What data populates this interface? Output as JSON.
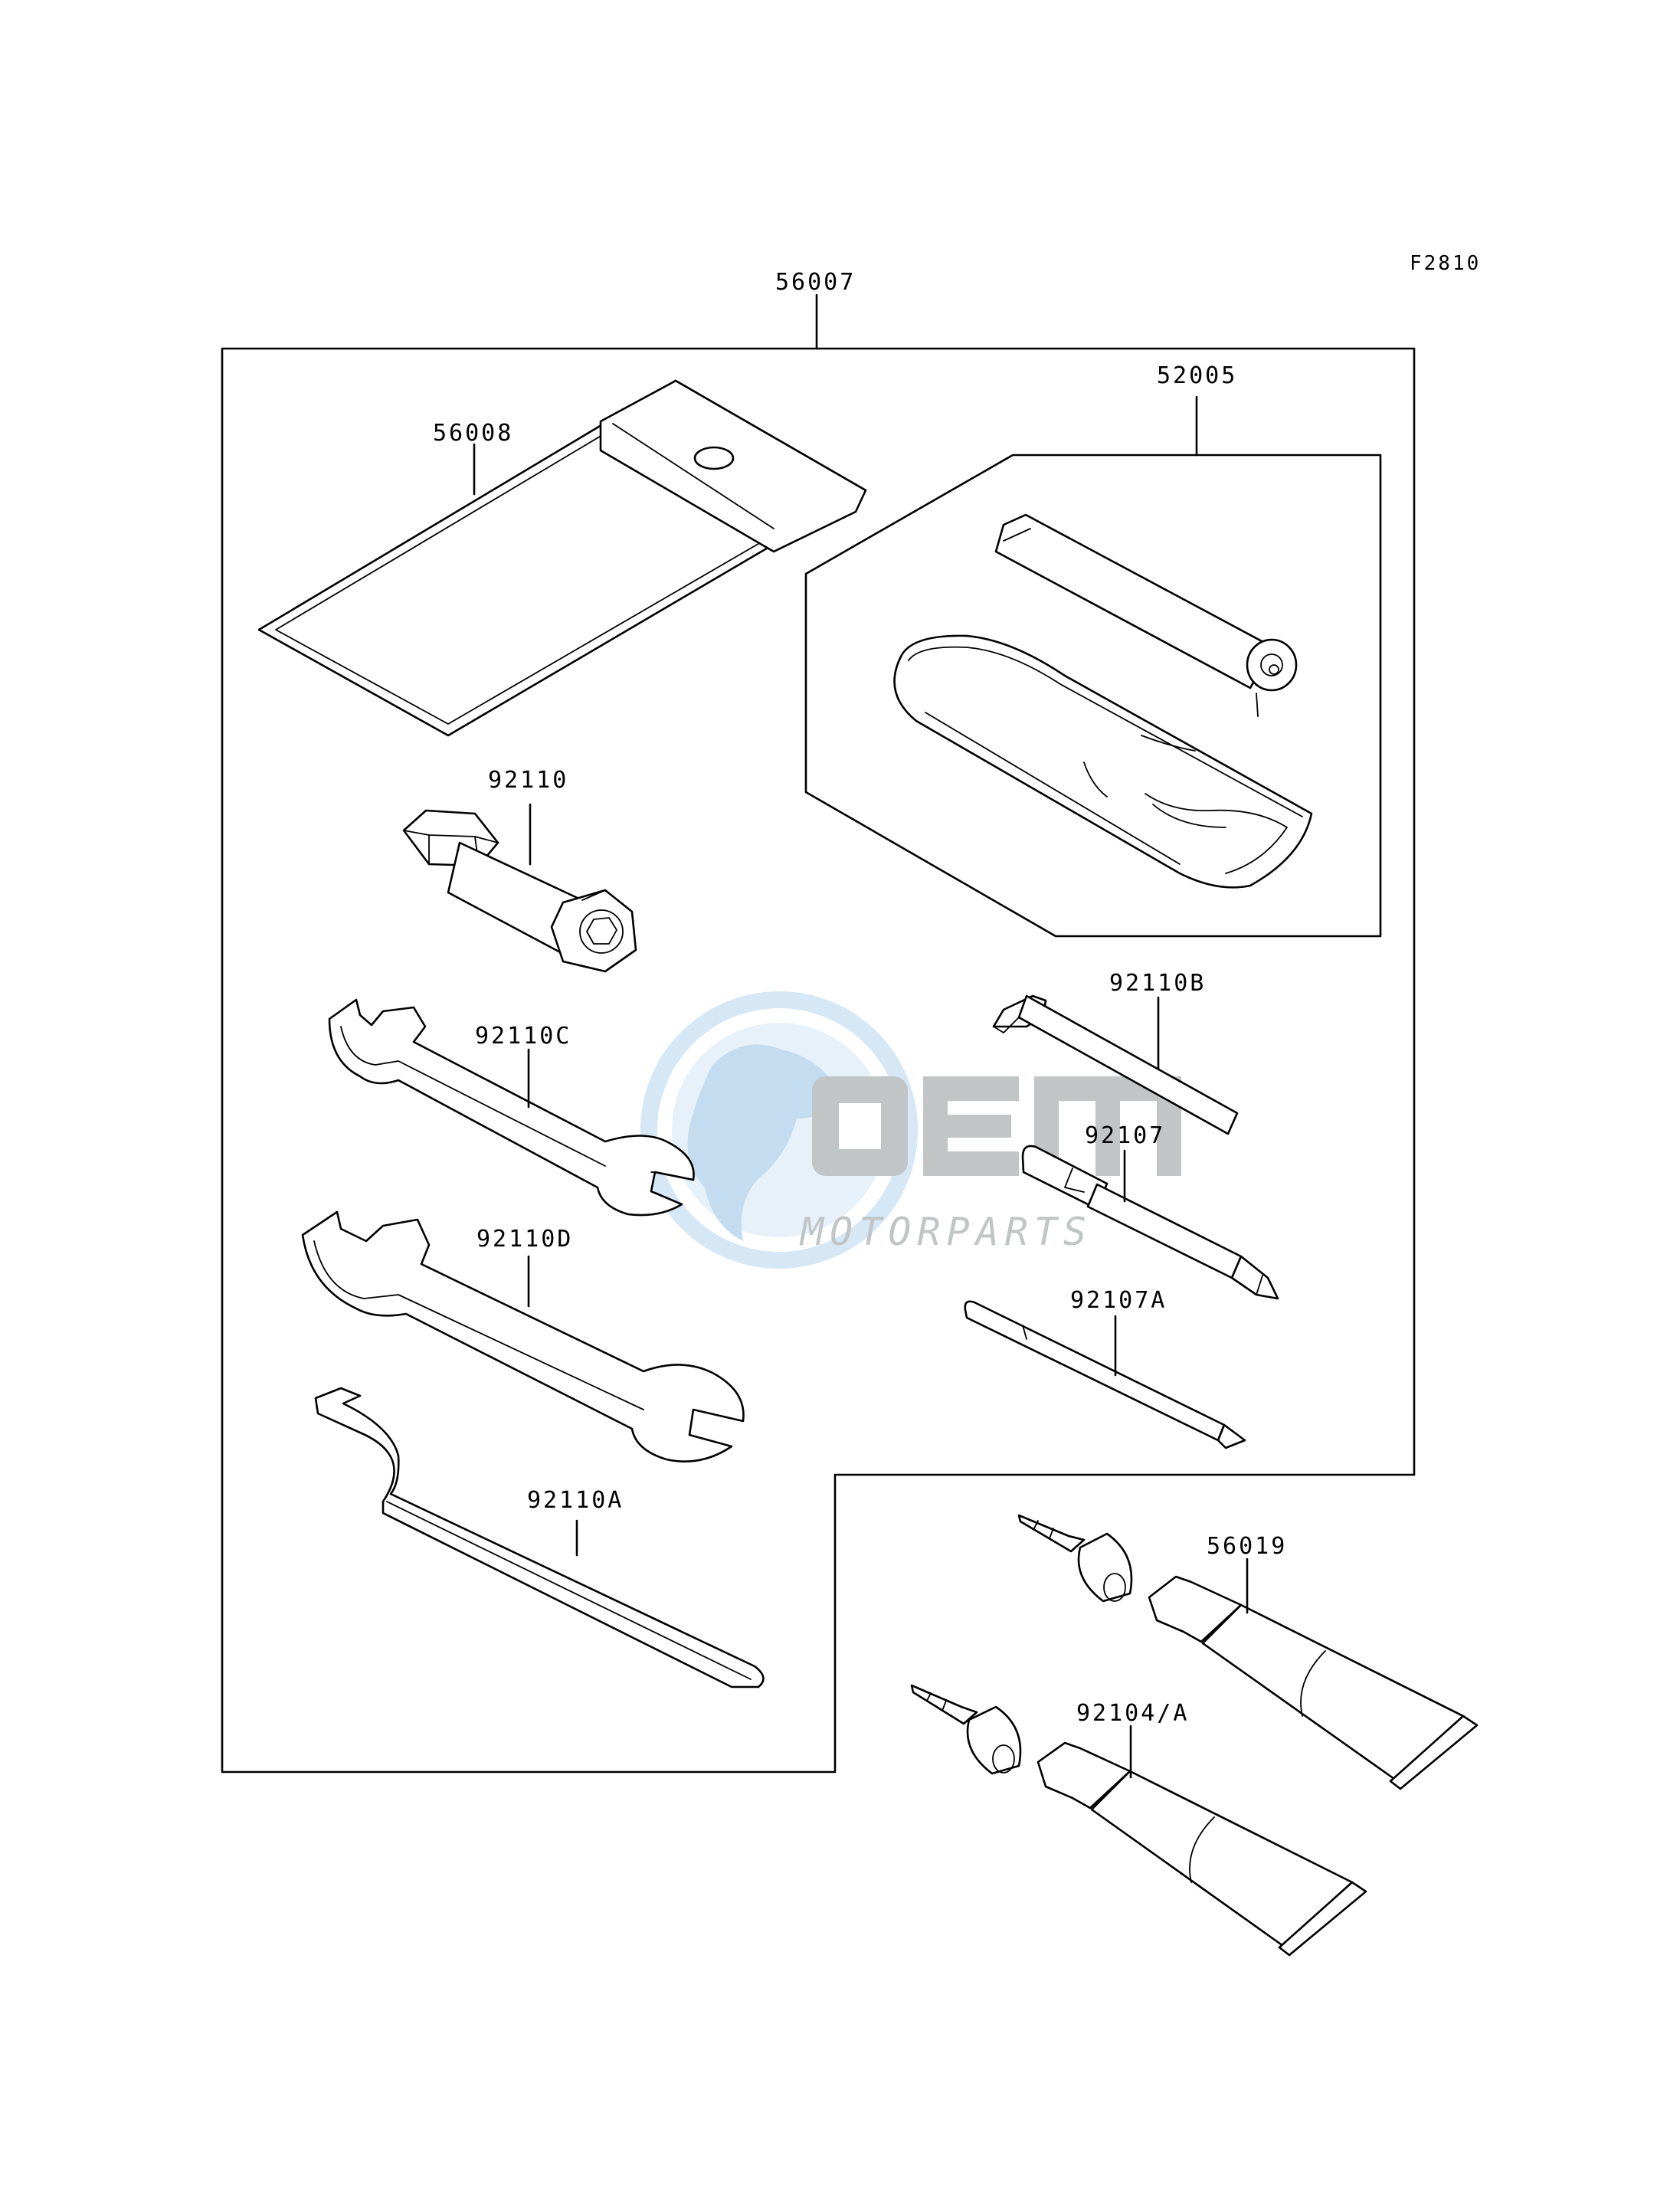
{
  "figure_code": "F2810",
  "watermark": {
    "brand": "OEM",
    "tagline": "MOTORPARTS",
    "colors": {
      "globe": "#b9d6ee",
      "globe_dark": "#8ebee4",
      "text": "#b7bbbd"
    }
  },
  "labels": {
    "set": "56007",
    "case": "56008",
    "repair_kit": "52005",
    "plug_wrench": "92110",
    "hex_key": "92110B",
    "wrench_c": "92110C",
    "screwdriver": "92107",
    "wrench_d": "92110D",
    "screwdriver_a": "92107A",
    "hook_wrench": "92110A",
    "tube_1": "56019",
    "tube_2": "92104/A"
  }
}
